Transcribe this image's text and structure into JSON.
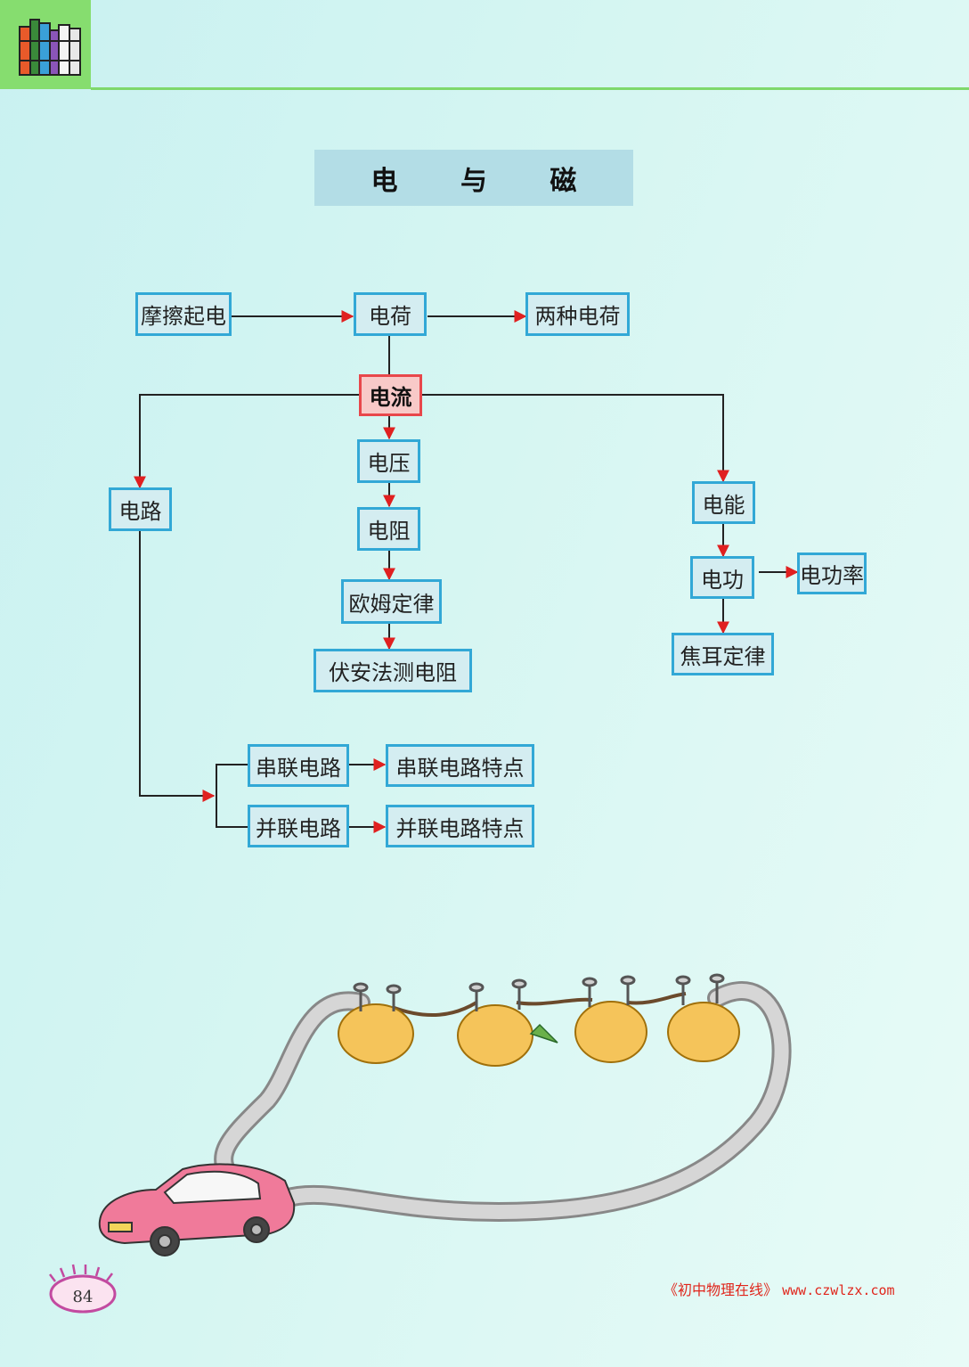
{
  "page": {
    "title": "电 与 磁",
    "page_number": "84",
    "footer_brand": "《初中物理在线》",
    "footer_url": "www.czwlzx.com"
  },
  "nodes": {
    "friction": "摩擦起电",
    "charge": "电荷",
    "two_charges": "两种电荷",
    "current": "电流",
    "circuit": "电路",
    "voltage": "电压",
    "resistance": "电阻",
    "ohm": "欧姆定律",
    "voltammetry": "伏安法测电阻",
    "energy": "电能",
    "work": "电功",
    "power": "电功率",
    "joule": "焦耳定律",
    "series": "串联电路",
    "series_feature": "串联电路特点",
    "parallel": "并联电路",
    "parallel_feature": "并联电路特点"
  },
  "colors": {
    "box_border": "#32a8d6",
    "highlight_border": "#e8474b",
    "arrow": "#e02020"
  },
  "illustration": {
    "icon": "lemon-battery-car-illustration"
  }
}
